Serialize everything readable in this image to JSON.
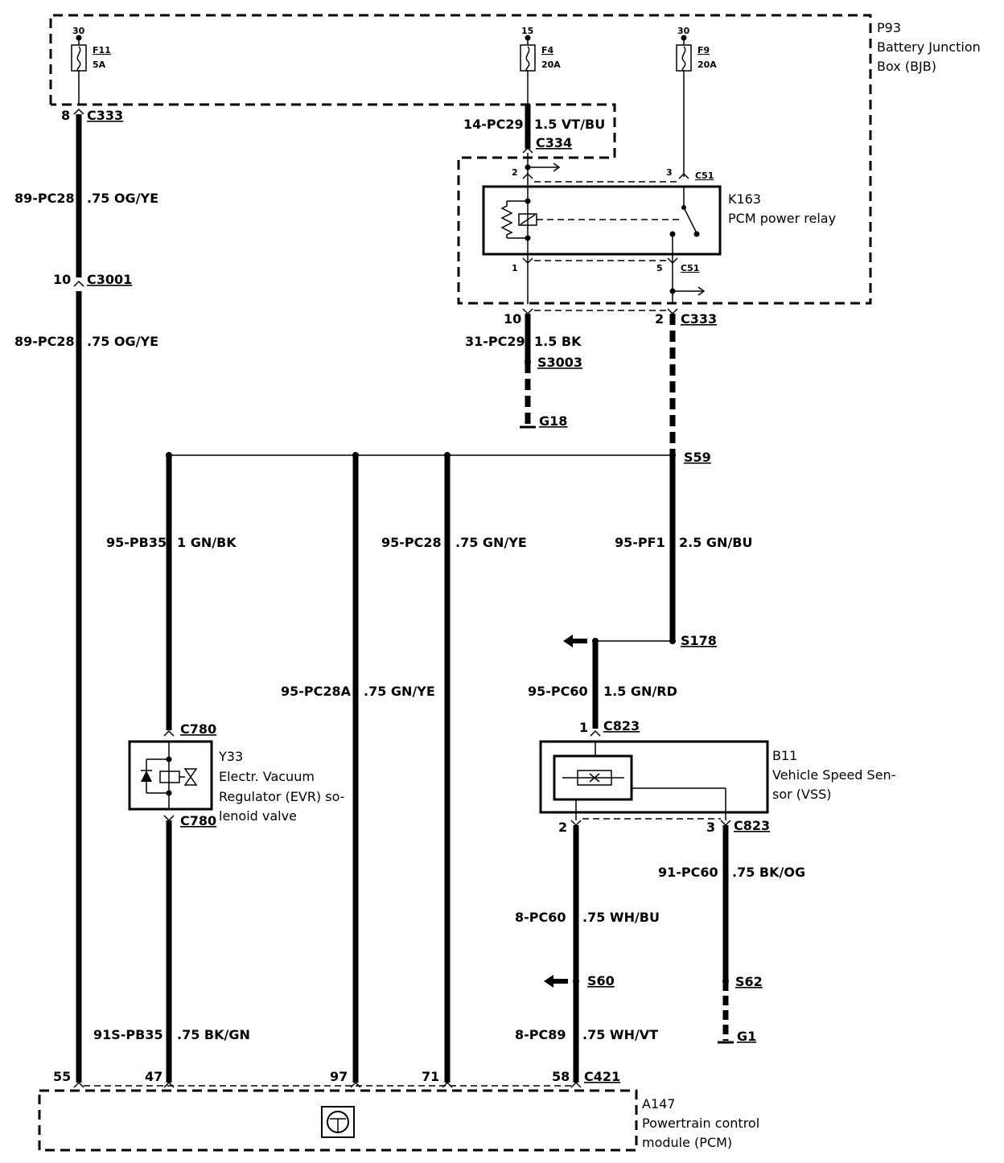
{
  "components": {
    "bjb": {
      "id": "P93",
      "line1": "Battery Junction",
      "line2": "Box (BJB)"
    },
    "relay": {
      "id": "K163",
      "line1": "PCM power relay"
    },
    "evr": {
      "id": "Y33",
      "line1": "Electr. Vacuum",
      "line2": "Regulator (EVR) so-",
      "line3": "lenoid valve"
    },
    "vss": {
      "id": "B11",
      "line1": "Vehicle Speed Sen-",
      "line2": "sor (VSS)"
    },
    "pcm": {
      "id": "A147",
      "line1": "Powertrain control",
      "line2": "module (PCM)"
    }
  },
  "fuses": [
    {
      "term": "30",
      "name": "F11",
      "rating": "5A"
    },
    {
      "term": "15",
      "name": "F4",
      "rating": "20A"
    },
    {
      "term": "30",
      "name": "F9",
      "rating": "20A"
    }
  ],
  "connectors": {
    "c333_a": {
      "pin": "8",
      "name": "C333"
    },
    "c3001": {
      "pin": "10",
      "name": "C3001"
    },
    "c334": {
      "name": "C334"
    },
    "c51_top": {
      "pin": "3",
      "name": "C51"
    },
    "c51_bot": {
      "pin": "5",
      "name": "C51"
    },
    "relay_pin2": "2",
    "relay_pin1": "1",
    "c333_b": {
      "pin_left": "10",
      "pin_right": "2",
      "name": "C333"
    },
    "c780_top": {
      "name": "C780"
    },
    "c780_bot": {
      "name": "C780"
    },
    "c823_top": {
      "pin": "1",
      "name": "C823"
    },
    "c823_bot": {
      "pin_left": "2",
      "pin_right": "3",
      "name": "C823"
    },
    "c421": {
      "pins": [
        "55",
        "47",
        "97",
        "71",
        "58"
      ],
      "name": "C421"
    }
  },
  "splices": {
    "s3003": "S3003",
    "g18": "G18",
    "s59": "S59",
    "s178": "S178",
    "s60": "S60",
    "s62": "S62",
    "g1": "G1"
  },
  "wires": {
    "w89a": {
      "circuit": "89-PC28",
      "spec": ".75 OG/YE"
    },
    "w89b": {
      "circuit": "89-PC28",
      "spec": ".75 OG/YE"
    },
    "w14": {
      "circuit": "14-PC29",
      "spec": "1.5 VT/BU"
    },
    "w31": {
      "circuit": "31-PC29",
      "spec": "1.5 BK"
    },
    "w95pb": {
      "circuit": "95-PB35",
      "spec": "1 GN/BK"
    },
    "w95pc": {
      "circuit": "95-PC28",
      "spec": ".75 GN/YE"
    },
    "w95pf": {
      "circuit": "95-PF1",
      "spec": "2.5 GN/BU"
    },
    "w95a": {
      "circuit": "95-PC28A",
      "spec": ".75 GN/YE"
    },
    "w95pc60": {
      "circuit": "95-PC60",
      "spec": "1.5 GN/RD"
    },
    "w91pc60": {
      "circuit": "91-PC60",
      "spec": ".75 BK/OG"
    },
    "w8pc60": {
      "circuit": "8-PC60",
      "spec": ".75 WH/BU"
    },
    "w91s": {
      "circuit": "91S-PB35",
      "spec": ".75 BK/GN"
    },
    "w8pc89": {
      "circuit": "8-PC89",
      "spec": ".75 WH/VT"
    }
  }
}
